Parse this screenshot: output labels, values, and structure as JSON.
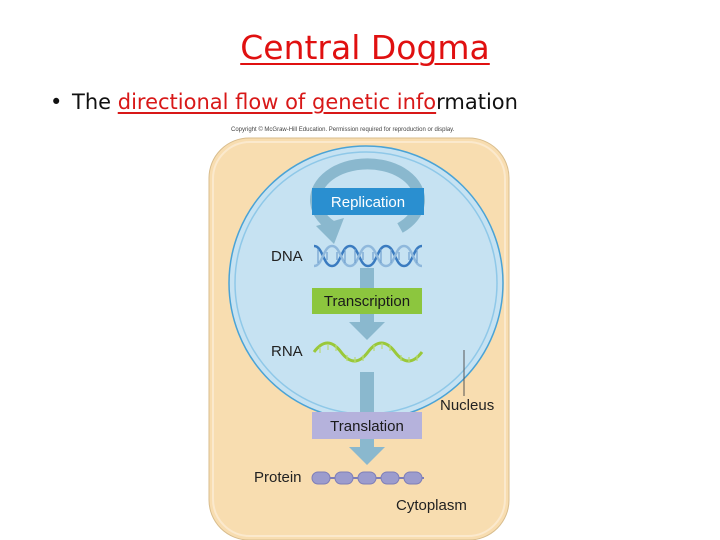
{
  "title": "Central Dogma",
  "bullet": {
    "marker": "•",
    "prefix": "The ",
    "highlight": "directional flow of genetic info",
    "suffix": "rmation"
  },
  "copyright": "Copyright © McGraw-Hill Education. Permission required for reproduction or display.",
  "diagram": {
    "replication": "Replication",
    "dna": "DNA",
    "transcription": "Transcription",
    "rna": "RNA",
    "nucleus": "Nucleus",
    "translation": "Translation",
    "protein": "Protein",
    "cytoplasm": "Cytoplasm"
  },
  "colors": {
    "title": "#e01010",
    "cytoplasm": "#f8ddb0",
    "nucleus": "#c6e2f2",
    "replication_box": "#2a8fd0",
    "transcription_box": "#8cc63e",
    "translation_box": "#b5b2dc",
    "dna_helix": "#3a7bc0",
    "rna_strand": "#9ac83a",
    "protein_bead": "#9c9ccd"
  }
}
